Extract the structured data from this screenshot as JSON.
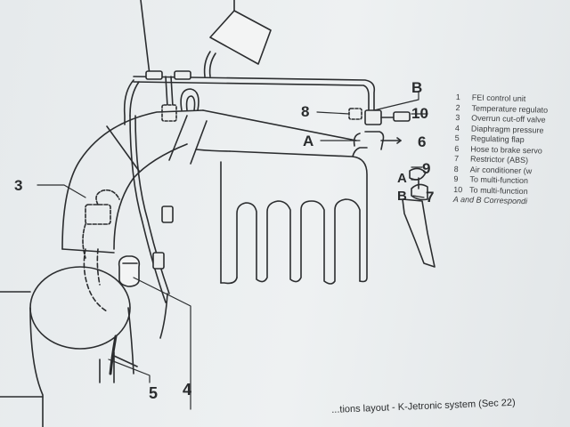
{
  "callouts": {
    "label_3": "3",
    "label_4": "4",
    "label_5": "5",
    "label_6": "6",
    "label_7": "7",
    "label_8": "8",
    "label_9": "9",
    "label_10": "10",
    "label_a_main": "A",
    "label_b_main": "B",
    "label_a_inset": "A",
    "label_b_inset": "B"
  },
  "legend": {
    "items": [
      {
        "num": "1",
        "text": "FEI control unit"
      },
      {
        "num": "2",
        "text": "Temperature regulato"
      },
      {
        "num": "3",
        "text": "Overrun cut-off valve"
      },
      {
        "num": "4",
        "text": "Diaphragm pressure"
      },
      {
        "num": "5",
        "text": "Regulating flap"
      },
      {
        "num": "6",
        "text": "Hose to brake servo"
      },
      {
        "num": "7",
        "text": "Restrictor (ABS)"
      },
      {
        "num": "8",
        "text": "Air conditioner (w"
      },
      {
        "num": "9",
        "text": "To multi-function"
      },
      {
        "num": "10",
        "text": "To multi-function"
      }
    ],
    "note": "A and B Correspondi"
  },
  "caption": "...tions layout - K-Jetronic system (Sec 22)"
}
